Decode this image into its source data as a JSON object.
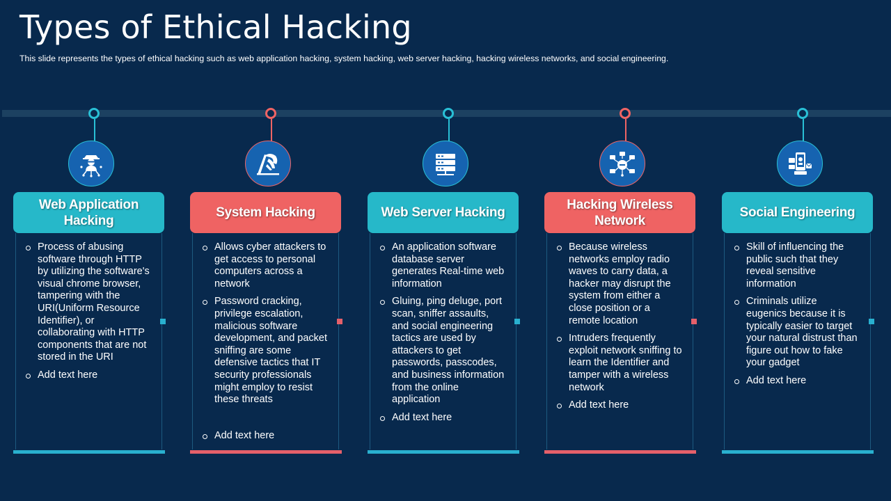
{
  "slide": {
    "title": "Types of Ethical Hacking",
    "subtitle": "This slide represents the types of ethical hacking such as web application hacking, system hacking, web server hacking, hacking wireless networks, and social engineering."
  },
  "colors": {
    "background": "#08294d",
    "teal": "#26b8c9",
    "coral": "#ef6363",
    "icon_circle": "#1663b0"
  },
  "columns": [
    {
      "title": "Web Application Hacking",
      "icon": "hacker-network-icon",
      "bullets": [
        "Process of abusing software through HTTP by utilizing the software's visual chrome browser, tampering with the URI(Uniform Resource Identifier), or collaborating with HTTP components that are not stored in the URI",
        "Add text here"
      ]
    },
    {
      "title": "System Hacking",
      "icon": "hacker-laptop-icon",
      "bullets": [
        "Allows cyber attackers to get access to personal computers across a network",
        "Password cracking, privilege escalation, malicious software development, and packet sniffing are some defensive tactics that IT security professionals might employ to resist these threats",
        "Add text here"
      ]
    },
    {
      "title": "Web Server Hacking",
      "icon": "server-rack-icon",
      "bullets": [
        "An application software database server generates Real-time web information",
        "Gluing, ping deluge, port scan, sniffer assaults, and social engineering tactics are used by attackers to get passwords, passcodes, and business information from the online application",
        "Add text here"
      ]
    },
    {
      "title": "Hacking Wireless Network",
      "icon": "wireless-network-hacker-icon",
      "bullets": [
        "Because wireless networks employ radio waves to carry data, a hacker may disrupt the system from either a close position or a remote location",
        "Intruders frequently exploit network sniffing to learn the Identifier and tamper with a wireless network",
        "Add text here"
      ]
    },
    {
      "title": "Social Engineering",
      "icon": "social-engineering-phone-icon",
      "bullets": [
        "Skill of influencing the public such that they reveal sensitive information",
        "Criminals utilize eugenics because it is typically easier to target your natural distrust than figure out how to fake your gadget",
        "Add text here"
      ]
    }
  ]
}
